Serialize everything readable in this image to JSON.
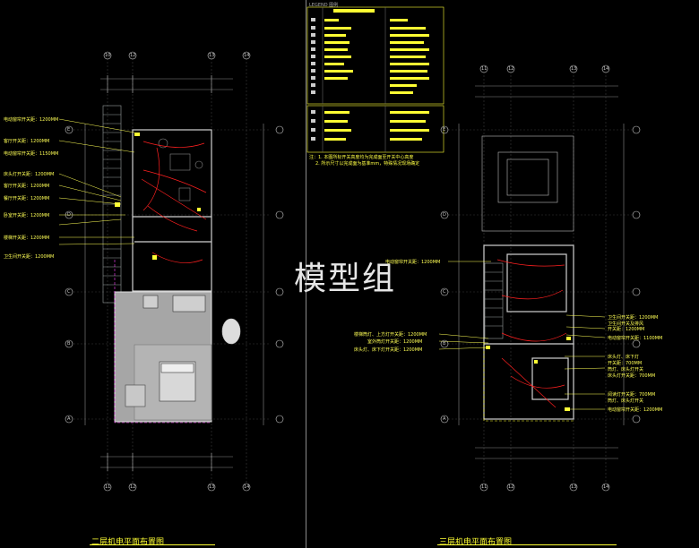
{
  "watermark": "模型组",
  "left_plan": {
    "title": "二层机电平面布置图",
    "axis_top": [
      "10",
      "12",
      "13",
      "14"
    ],
    "axis_bottom": [
      "11",
      "12",
      "13",
      "14"
    ],
    "axis_rows": [
      "E",
      "D",
      "C",
      "B",
      "A"
    ],
    "labels": [
      "电动窗帘开关距：1200MM",
      "客厅开关距：1200MM",
      "电动窗帘开关距：1150MM",
      "床头灯开关距：1200MM",
      "客厅开关距：1200MM",
      "餐厅开关距：1200MM",
      "卧室开关距：1200MM",
      "楼梯开关距：1200MM",
      "卫生间开关距：1200MM"
    ]
  },
  "right_plan": {
    "title": "三层机电平面布置图",
    "axis_top": [
      "11",
      "12",
      "13",
      "14"
    ],
    "axis_bottom": [
      "11",
      "12",
      "13",
      "14"
    ],
    "axis_rows": [
      "E",
      "D",
      "C",
      "B",
      "A"
    ],
    "labels_left": [
      "电动窗帘开关距：1200MM",
      "楼梯筒灯、上方灯开关距：1200MM",
      "室外筒灯开关距：1200MM",
      "床头灯、床下灯开关距：1200MM"
    ],
    "labels_right": [
      "卫生间开关距：1200MM",
      "卫生间开关及排风",
      "开关距：1200MM",
      "电动窗帘开关距：1100MM",
      "床头灯、床下灯",
      "开关距：700MM",
      "筒灯、床头灯开关",
      "床头灯开关距：700MM",
      "阅读灯开关距：700MM",
      "筒灯、床头灯开关",
      "电动窗帘开关距：1200MM"
    ]
  },
  "legend": {
    "title": "LEGEND 图例",
    "notes": [
      "注：1. 本图所标开关高度均为完成面至开关中心高度",
      "2. 所示尺寸以完成面为基准mm，特殊情况现场确定"
    ]
  }
}
